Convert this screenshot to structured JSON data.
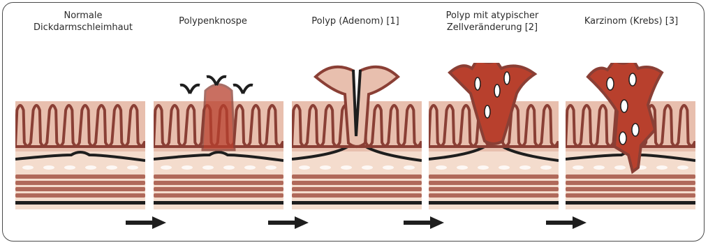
{
  "stages": [
    {
      "label_line1": "Normale",
      "label_line2": "Dickdarmschleimhaut"
    },
    {
      "label_line1": "Polypenknospe",
      "label_line2": ""
    },
    {
      "label_line1": "Polyp (Adenom) [1]",
      "label_line2": ""
    },
    {
      "label_line1": "Polyp mit atypischer",
      "label_line2": "Zellveränderung [2]"
    },
    {
      "label_line1": "Karzinom (Krebs) [3]",
      "label_line2": ""
    }
  ],
  "colors": {
    "tissue_light": "#f4dccd",
    "tissue_mid": "#e9b9a3",
    "muscle": "#b0695a",
    "mucosa_fill": "#e8bfae",
    "mucosa_line": "#8a3f35",
    "tumor": "#b8402d",
    "dark": "#1e1e1e"
  }
}
